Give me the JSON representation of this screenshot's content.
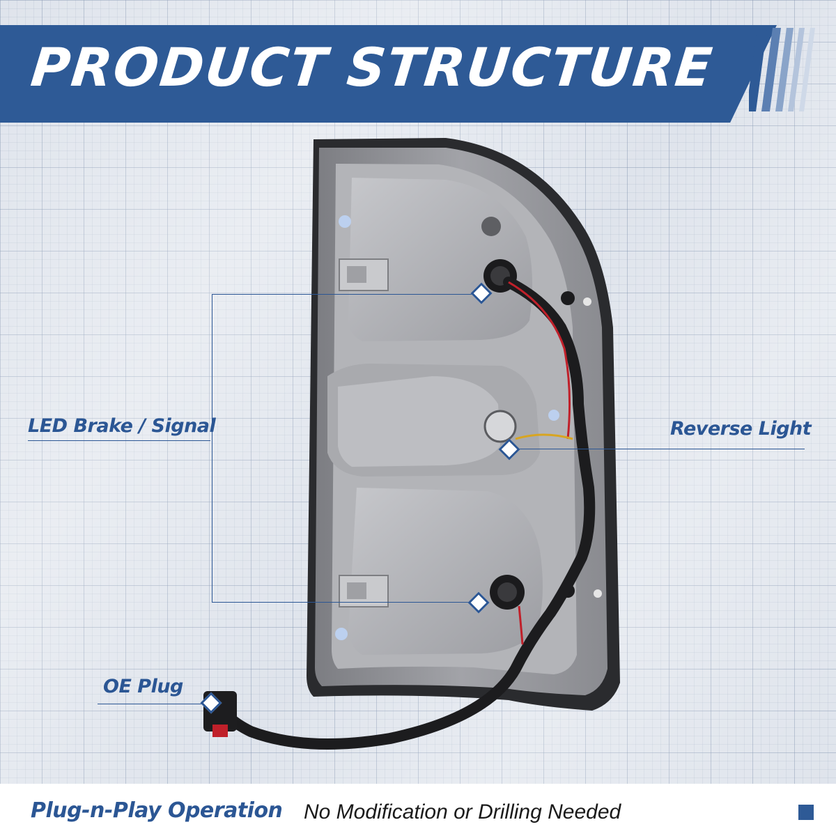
{
  "header": {
    "title": "PRODUCT STRUCTURE"
  },
  "callouts": {
    "brake_signal": "LED Brake / Signal",
    "reverse": "Reverse Light",
    "plug": "OE Plug"
  },
  "footer": {
    "headline": "Plug-n-Play Operation",
    "subtext": "No Modification or Drilling Needed"
  },
  "colors": {
    "brand_blue": "#2e5a96",
    "label_blue": "#2b5694",
    "background": "#dfe4ec",
    "housing": "#8e8f93"
  },
  "icons": {
    "marker": "diamond-marker-icon",
    "product": "tail-light-assembly-illustration"
  }
}
